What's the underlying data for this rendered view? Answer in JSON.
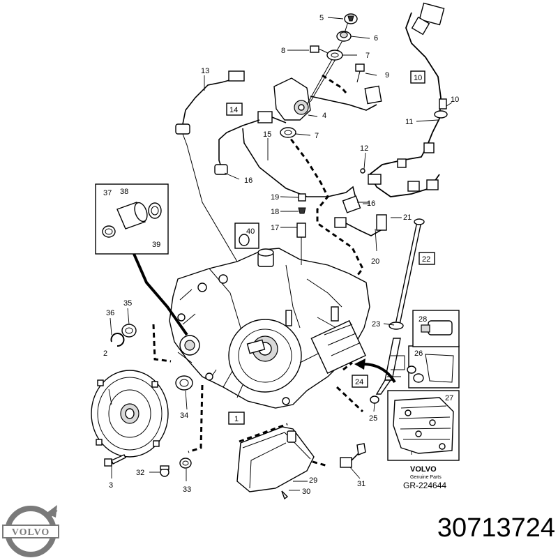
{
  "part_number": "30713724",
  "drawing_ref": "GR-224644",
  "stamp_brand": "VOLVO",
  "stamp_subtitle": "Genuine Parts",
  "logo_text": "VOLVO",
  "callouts": {
    "c1": "1",
    "c2": "2",
    "c3": "3",
    "c4": "4",
    "c5": "5",
    "c6": "6",
    "c7a": "7",
    "c7b": "7",
    "c8": "8",
    "c9": "9",
    "c10": "10",
    "c10box": "10",
    "c11": "11",
    "c12": "12",
    "c13": "13",
    "c14": "14",
    "c15": "15",
    "c16a": "16",
    "c16b": "16",
    "c17": "17",
    "c18": "18",
    "c19": "19",
    "c20": "20",
    "c21": "21",
    "c22": "22",
    "c23": "23",
    "c24": "24",
    "c25": "25",
    "c26": "26",
    "c27": "27",
    "c28": "28",
    "c29": "29",
    "c30": "30",
    "c31": "31",
    "c32": "32",
    "c33": "33",
    "c34": "34",
    "c35": "35",
    "c36": "36",
    "c37": "37",
    "c38": "38",
    "c39": "39",
    "c40": "40"
  },
  "colors": {
    "line": "#000000",
    "logo_metal": "#7a7a7a",
    "background": "#ffffff"
  }
}
